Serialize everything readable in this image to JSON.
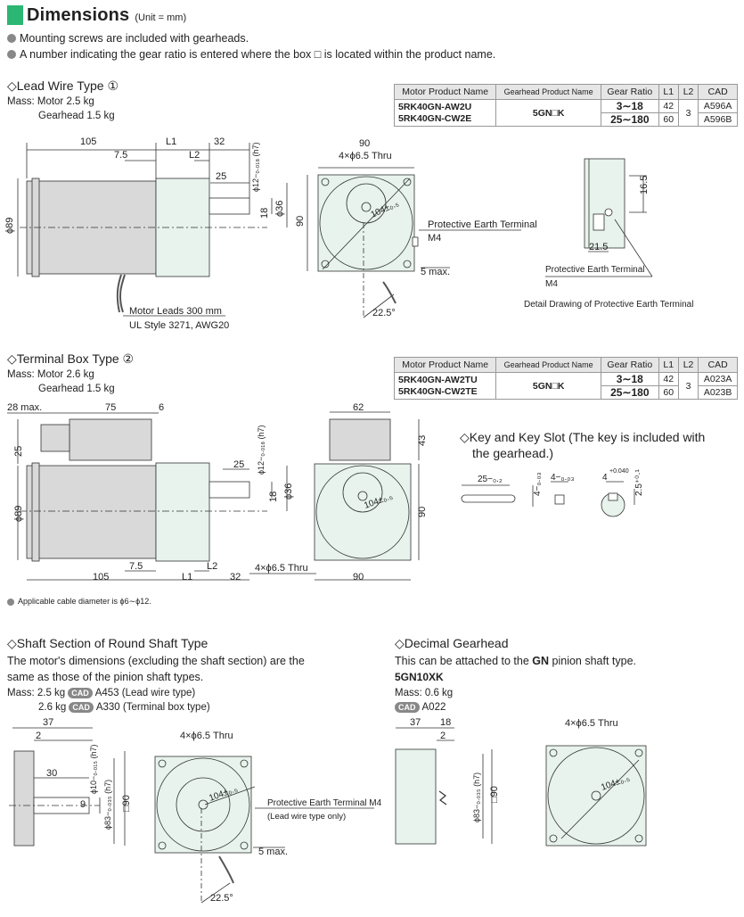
{
  "header": {
    "title": "Dimensions",
    "unit": "(Unit = mm)",
    "accent": "#2bb673"
  },
  "notes": [
    "Mounting screws are included with gearheads.",
    "A number indicating the gear ratio is entered where the box □ is located within the product name."
  ],
  "lead_wire": {
    "title": "◇Lead Wire Type ①",
    "mass_motor": "Mass: Motor  2.5 kg",
    "mass_gear": "Gearhead  1.5 kg",
    "table_headers": [
      "Motor Product Name",
      "Gearhead Product Name",
      "Gear Ratio",
      "L1",
      "L2",
      "CAD"
    ],
    "motors": [
      "5RK40GN-AW2U",
      "5RK40GN-CW2E"
    ],
    "gearhead": "5GN□K",
    "ratios": [
      "3∼18",
      "25∼180"
    ],
    "l1": [
      "42",
      "60"
    ],
    "l2": "3",
    "cad": [
      "A596A",
      "A596B"
    ],
    "dims": {
      "d105": "105",
      "L1": "L1",
      "d32": "32",
      "d7_5": "7.5",
      "L2": "L2",
      "d25": "25",
      "shaft": "ϕ12−₀.₀₁₈ (h7)",
      "d18": "18",
      "d36": "ϕ36",
      "d89": "ϕ89",
      "leads": "Motor Leads 300 mm",
      "ul": "UL Style 3271, AWG20",
      "d90top": "90",
      "thru": "4×ϕ6.5 Thru",
      "pcd": "104±₀.₅",
      "d90side": "90",
      "pe": "Protective Earth Terminal",
      "m4": "M4",
      "max5": "5 max.",
      "ang": "22.5°",
      "d16_5": "16.5",
      "d21_5": "21.5",
      "pe2": "Protective Earth Terminal",
      "m4b": "M4",
      "detail": "Detail Drawing of Protective Earth Terminal"
    }
  },
  "terminal_box": {
    "title": "◇Terminal Box Type ②",
    "mass_motor": "Mass: Motor  2.6 kg",
    "mass_gear": "Gearhead  1.5 kg",
    "table_headers": [
      "Motor Product Name",
      "Gearhead Product Name",
      "Gear Ratio",
      "L1",
      "L2",
      "CAD"
    ],
    "motors": [
      "5RK40GN-AW2TU",
      "5RK40GN-CW2TE"
    ],
    "gearhead": "5GN□K",
    "ratios": [
      "3∼18",
      "25∼180"
    ],
    "l1": [
      "42",
      "60"
    ],
    "l2": "3",
    "cad": [
      "A023A",
      "A023B"
    ],
    "dims": {
      "max28": "28 max.",
      "d75": "75",
      "d6": "6",
      "d25": "25",
      "d25b": "25",
      "shaft": "ϕ12−₀.₀₁₈ (h7)",
      "d18": "18",
      "d36": "ϕ36",
      "d89": "ϕ89",
      "d7_5": "7.5",
      "L2": "L2",
      "d105": "105",
      "L1": "L1",
      "d32": "32",
      "d62": "62",
      "d43": "43",
      "d90side": "90",
      "pcd": "104±₀.₅",
      "thru": "4×ϕ6.5 Thru",
      "d90bottom": "90"
    },
    "cable_note": "Applicable cable diameter is ϕ6∼ϕ12."
  },
  "key": {
    "title": "◇Key and Key Slot (The key is included with",
    "title2": "the gearhead.)",
    "d25": "25−₀.₂",
    "d4a": "4−₀.₀₃",
    "d4b": "4−₀.₀₃",
    "d4c": "4",
    "d4c_tol": "+0.040",
    "d2_5": "2.5⁺⁰·¹"
  },
  "round_shaft": {
    "title": "◇Shaft Section of Round Shaft Type",
    "desc1": "The motor's dimensions (excluding the shaft section) are the",
    "desc2": "same as those of the pinion shaft types.",
    "mass1_pre": "Mass: 2.5 kg",
    "cad1": "A453",
    "mass1_post": "(Lead wire type)",
    "mass2_pre": "2.6 kg",
    "cad2": "A330",
    "mass2_post": "(Terminal box type)",
    "cad_label": "CAD",
    "dims": {
      "d37": "37",
      "d2": "2",
      "d30": "30",
      "d9": "9",
      "shaft": "ϕ10−₀.₀₁₅ (h7)",
      "pilot": "ϕ83−₀.₀₃₅ (h7)",
      "sq90": "□90",
      "thru": "4×ϕ6.5 Thru",
      "pcd": "104±₀.₅",
      "pe": "Protective Earth Terminal M4",
      "pe_note": "(Lead wire type only)",
      "max5": "5 max.",
      "ang": "22.5°"
    }
  },
  "decimal": {
    "title": "◇Decimal Gearhead",
    "desc_pre": "This can be attached to the",
    "desc_bold": "GN",
    "desc_post": "pinion shaft type.",
    "model": "5GN10XK",
    "mass": "Mass: 0.6 kg",
    "cad_label": "CAD",
    "cad": "A022",
    "dims": {
      "d37": "37",
      "d18": "18",
      "d2": "2",
      "pilot": "ϕ83−₀.₀₃₅ (h7)",
      "sq90": "□90",
      "thru": "4×ϕ6.5 Thru",
      "pcd": "104±₀.₅"
    }
  }
}
